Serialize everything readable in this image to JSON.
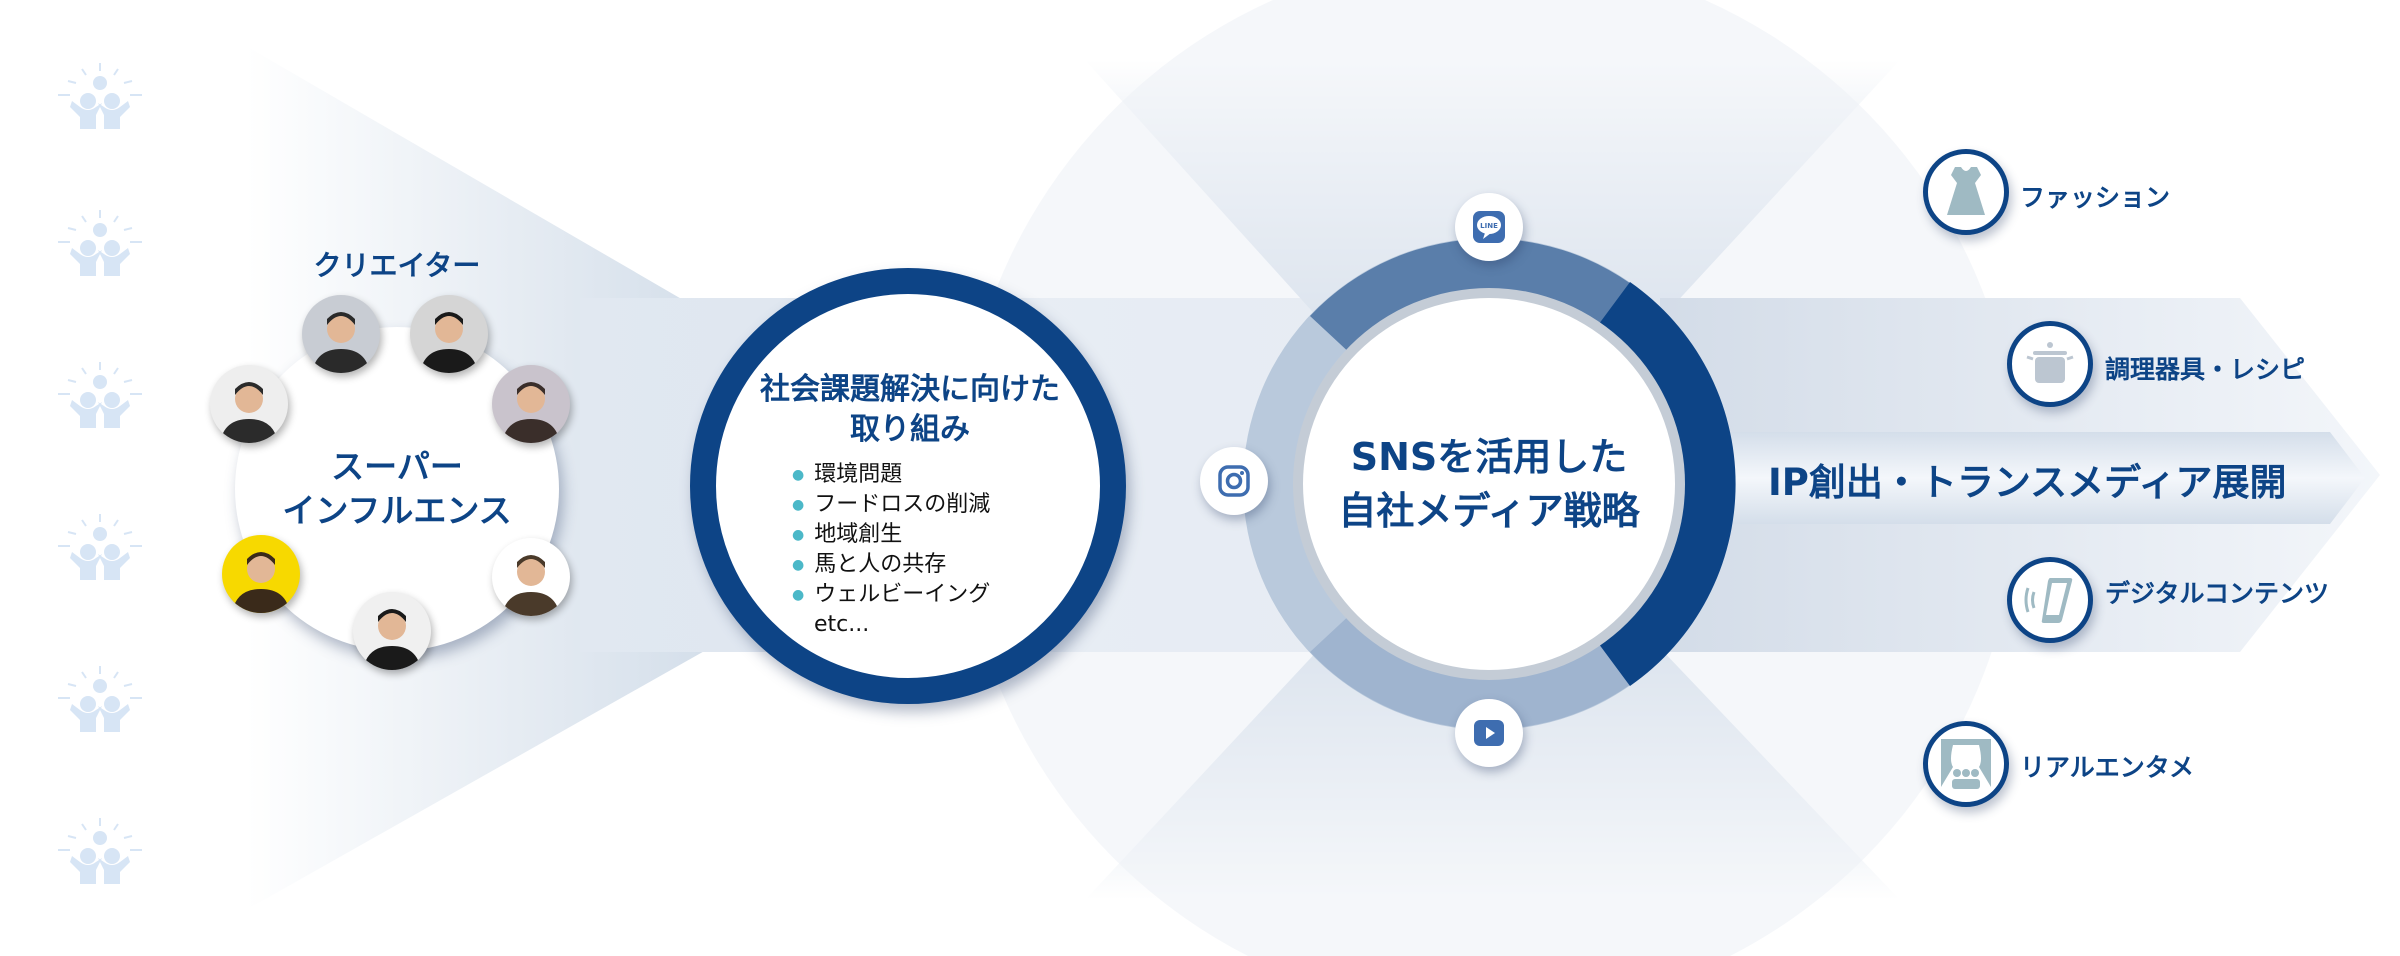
{
  "colors": {
    "navy": "#0d4486",
    "ring": "#5a7eaa",
    "ring_light": "#b9c9dc",
    "icon_fill": "#9fbac3",
    "people_icon": "#d7e5f5",
    "bullet": "#4bb8c8"
  },
  "influencer": {
    "label_top": "クリエイター",
    "center_line1": "スーパー",
    "center_line2": "インフルエンス",
    "avatar_count": 7
  },
  "social": {
    "title_line1": "社会課題解決に向けた",
    "title_line2": "取り組み",
    "items": [
      "環境問題",
      "フードロスの削減",
      "地域創生",
      "馬と人の共存",
      "ウェルビーイング"
    ],
    "etc": "etc..."
  },
  "sns": {
    "title_line1": "SNSを活用した",
    "title_line2": "自社メディア戦略",
    "icons": [
      {
        "name": "line-icon",
        "label": "LINE"
      },
      {
        "name": "instagram-icon"
      },
      {
        "name": "youtube-icon"
      }
    ]
  },
  "ip": {
    "title": "IP創出・トランスメディア展開",
    "items": [
      {
        "label": "ファッション",
        "icon": "dress-icon"
      },
      {
        "label": "調理器具・レシピ",
        "icon": "pot-icon"
      },
      {
        "label": "デジタルコンテンツ",
        "icon": "smartphone-icon"
      },
      {
        "label": "リアルエンタメ",
        "icon": "theater-icon"
      }
    ]
  }
}
